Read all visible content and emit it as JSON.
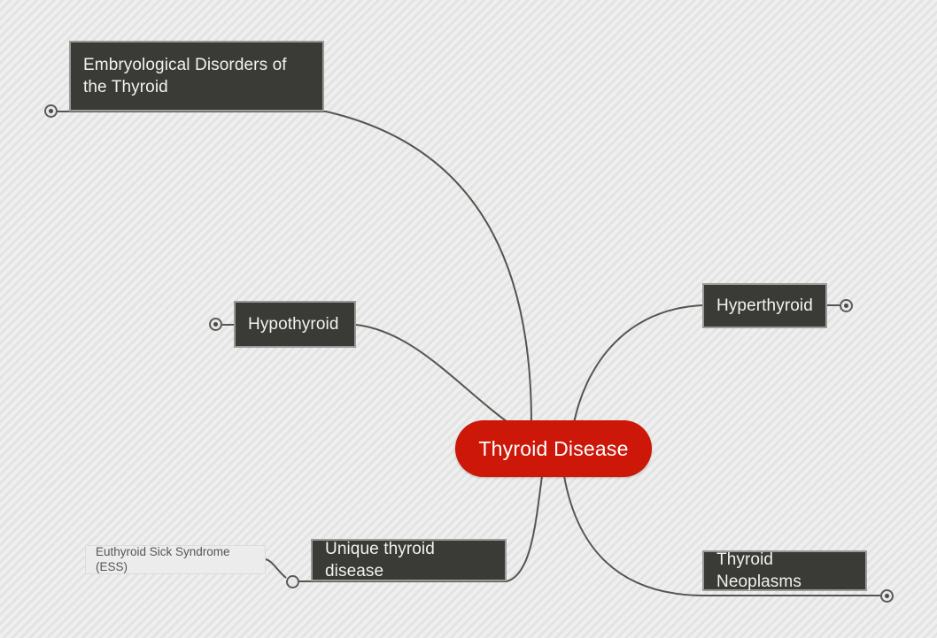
{
  "diagram": {
    "type": "mind-map",
    "title": "Thyroid Disease",
    "background_color": "#e8e8e8",
    "root_color": "#cc1709",
    "branch_color": "#3a3a37",
    "leaf_color": "#ececec",
    "edge_color": "#55554f"
  },
  "root": {
    "label": "Thyroid Disease"
  },
  "branches": [
    {
      "id": "embryological",
      "label": "Embryological Disorders of the Thyroid",
      "toggle": "collapsed",
      "toggle_side": "left"
    },
    {
      "id": "hypothyroid",
      "label": "Hypothyroid",
      "toggle": "collapsed",
      "toggle_side": "left"
    },
    {
      "id": "hyperthyroid",
      "label": "Hyperthyroid",
      "toggle": "collapsed",
      "toggle_side": "right"
    },
    {
      "id": "unique",
      "label": "Unique thyroid disease",
      "toggle": "expanded",
      "toggle_side": "left"
    },
    {
      "id": "neoplasms",
      "label": "Thyroid Neoplasms",
      "toggle": "collapsed",
      "toggle_side": "right"
    }
  ],
  "leaves": [
    {
      "id": "ess",
      "label": "Euthyroid Sick Syndrome (ESS)",
      "parent": "unique"
    }
  ]
}
